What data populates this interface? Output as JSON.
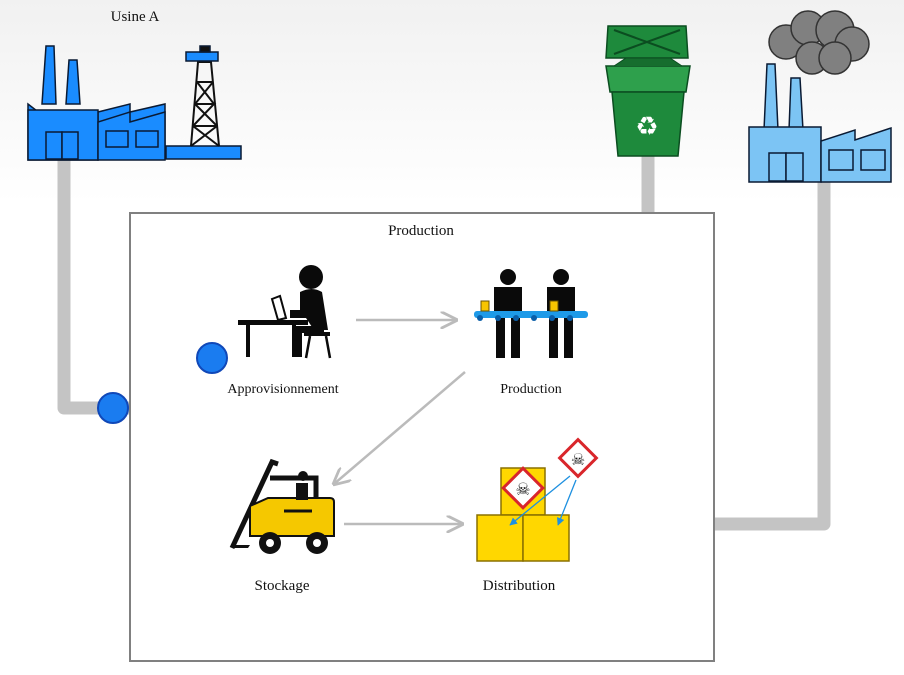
{
  "factory_a_label": "Usine A",
  "production_box_title": "Production",
  "steps": {
    "approvisionnement": "Approvisionnement",
    "production": "Production",
    "stockage": "Stockage",
    "distribution": "Distribution"
  },
  "colors": {
    "factory_a": "#1a8cff",
    "factory_b": "#7cc4f4",
    "pipe": "#c4c4c4",
    "bin": "#1e8a3c",
    "forklift": "#f5c800",
    "boxes": "#ffd700",
    "marker": "#1a7cf0",
    "hazard": "#d9262b"
  },
  "icons": {
    "factory_a": "factory-with-oil-derrick-icon",
    "recycling_bin": "recycling-bin-icon",
    "factory_b": "polluting-factory-icon",
    "approvisionnement": "person-at-computer-icon",
    "production": "assembly-line-workers-icon",
    "stockage": "forklift-icon",
    "distribution": "hazardous-boxes-icon"
  }
}
